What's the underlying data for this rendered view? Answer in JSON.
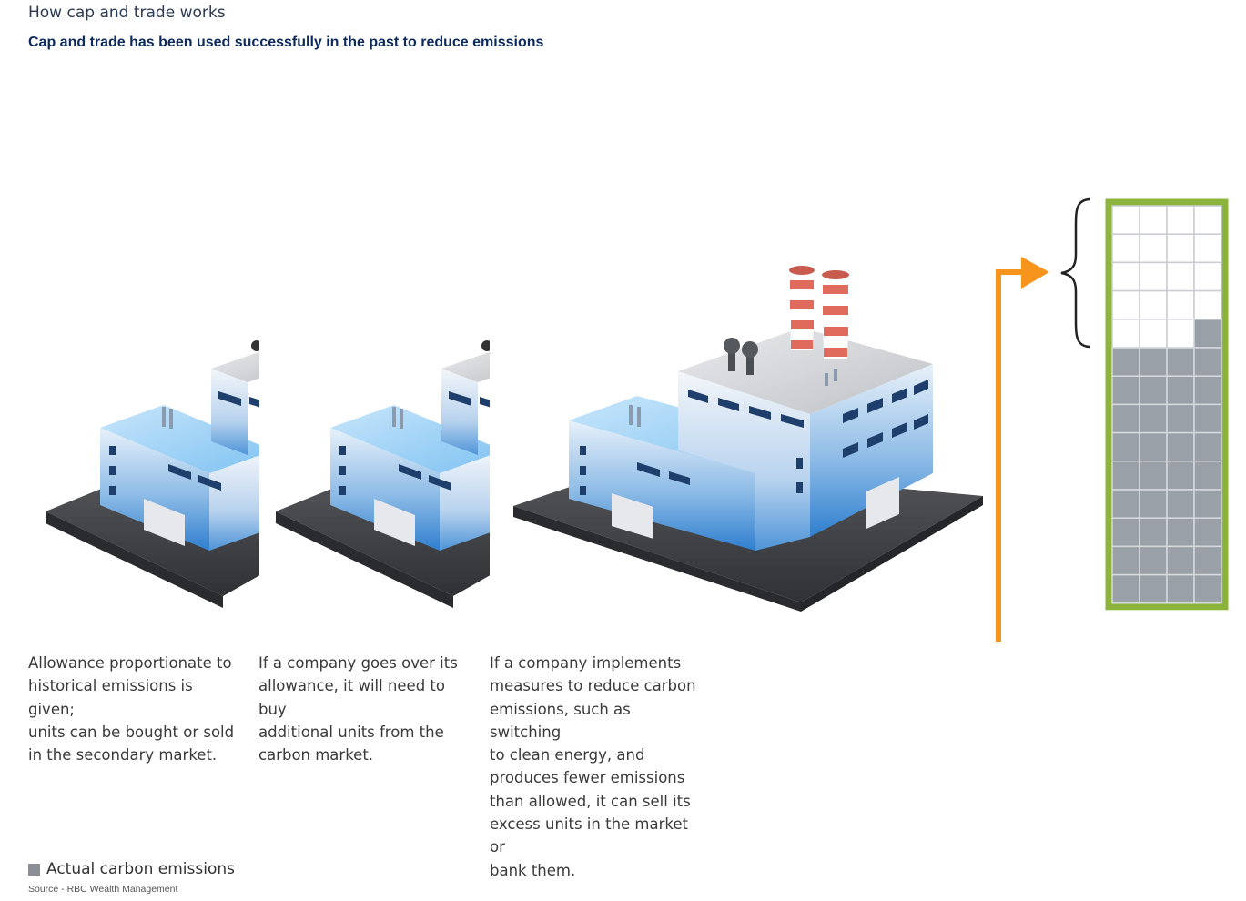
{
  "header": {
    "kicker": "How cap and trade works",
    "headline": "Cap and trade has been used successfully in the past to reduce emissions"
  },
  "captions": [
    "Allowance proportionate to\nhistorical emissions is given;\nunits can be bought or sold\nin the secondary market.",
    "If a company goes over its\nallowance, it will need to buy\nadditional units from the\ncarbon market.",
    "If a company implements\nmeasures to reduce carbon\nemissions, such as switching\nto clean energy, and\nproduces fewer emissions\nthan allowed, it can sell its\nexcess units in the market or\nbank them."
  ],
  "legend": {
    "label": "Actual carbon emissions",
    "color": "#8a8d93"
  },
  "source": "Source - RBC Wealth Management",
  "colors": {
    "arrow": "#f7941d",
    "allowance_border": "#8cb43c",
    "emission_cell": "#9aa0a8",
    "grid_line": "#c9ccd1",
    "factory_blue": "#3f8fd6",
    "factory_light": "#dbe9f5",
    "base_gray": "#4a4c50",
    "chimney_red": "#e06a5c"
  },
  "icons": {
    "factory": "factory-icon",
    "arrow": "orange-up-arrow-icon",
    "brace": "curly-brace-icon"
  },
  "allowance_grid": {
    "columns": 4,
    "rows": 14,
    "filled_full_rows": 9,
    "partial_filled_cells": [
      {
        "row": 4,
        "col": 3
      },
      {
        "row": 5,
        "col": 2
      }
    ]
  }
}
